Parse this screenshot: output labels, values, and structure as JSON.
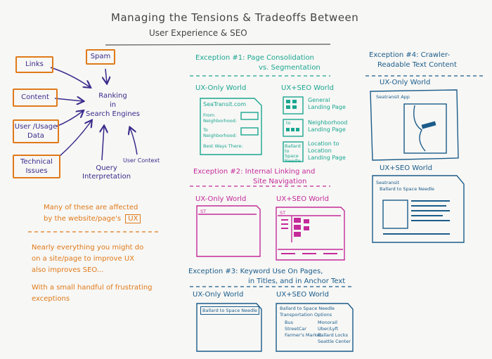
{
  "title": "Managing the Tensions & Tradeoffs Between",
  "subtitle": "User Experience & SEO",
  "factors": {
    "links": "Links",
    "spam": "Spam",
    "content": "Content",
    "user_usage_line1": "User /Usage",
    "user_usage_line2": "Data",
    "technical_line1": "Technical",
    "technical_line2": "Issues",
    "query_line1": "Query",
    "query_line2": "Interpretation",
    "user_context": "User Context",
    "center_line1": "Ranking",
    "center_line2": "in",
    "center_line3": "Search Engines"
  },
  "notes": {
    "affected_line1": "Many of these are affected",
    "affected_line2": "by the website/page's",
    "affected_ux": "UX",
    "nearly_line1": "Nearly everything you might do",
    "nearly_line2": "on a site/page to improve UX",
    "nearly_line3": "also improves SEO...",
    "handful_line1": "With a small handful of frustrating",
    "handful_line2": "exceptions"
  },
  "exception1": {
    "title_line1": "Exception #1: Page Consolidation",
    "title_line2": "vs. Segmentation",
    "ux_only": "UX-Only World",
    "ux_seo": "UX+SEO World",
    "form_site": "SeaTransit.com",
    "form_from": "From Neighborhood:",
    "form_to": "To Neighborhood:",
    "form_best": "Best Ways There:",
    "to_label": "to",
    "ballard_box": "Ballard to Space Needle",
    "general_line1": "General",
    "general_line2": "Landing Page",
    "neighborhood_line1": "Neighborhood",
    "neighborhood_line2": "Landing Page",
    "location_line1": "Location to",
    "location_line2": "Location",
    "location_line3": "Landing Page"
  },
  "exception2": {
    "title_line1": "Exception #2: Internal Linking and",
    "title_line2": "Site Navigation",
    "ux_only": "UX-Only World",
    "ux_seo": "UX+SEO World",
    "st": "ST"
  },
  "exception3": {
    "title_line1": "Exception #3: Keyword Use On Pages,",
    "title_line2": "in Titles, and in Anchor Text",
    "ux_only": "UX-Only World",
    "ux_seo": "UX+SEO World",
    "ballard": "Ballard to Space Needle",
    "ballard2": "Ballard to Space Needle",
    "transport": "Transportation Options",
    "opts": [
      "Bus",
      "StreetCar",
      "Farmer's Market",
      "Monorail",
      "Uber/Lyft",
      "Ballard Locks",
      "Seattle Center"
    ]
  },
  "exception4": {
    "title_line1": "Exception #4: Crawler-",
    "title_line2": "Readable Text Content",
    "ux_only": "UX-Only World",
    "ux_seo": "UX+SEO World",
    "app": "Seatransit App",
    "seatransit": "Seatransit",
    "ballard": "Ballard to Space Needle"
  }
}
